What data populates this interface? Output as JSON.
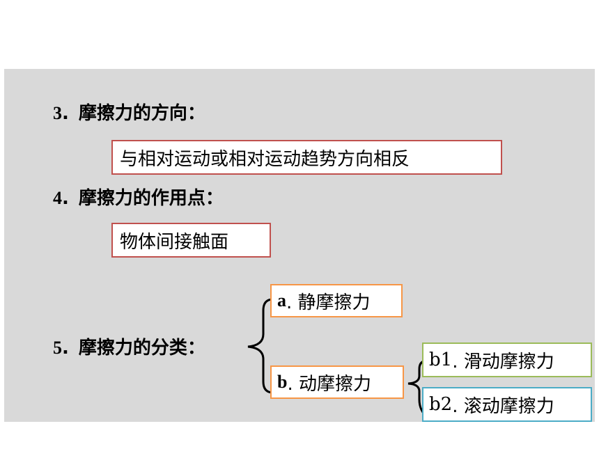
{
  "section3": {
    "number": "3",
    "sep": ".",
    "title": "摩擦力的方向："
  },
  "section3_answer": "与相对运动或相对运动趋势方向相反",
  "section4": {
    "number": "4",
    "sep": ".",
    "title": "摩擦力的作用点："
  },
  "section4_answer": "物体间接触面",
  "section5": {
    "number": "5",
    "sep": ".",
    "title": "摩擦力的分类："
  },
  "types": {
    "a": {
      "prefix": "a",
      "label": ". 静摩擦力"
    },
    "b": {
      "prefix": "b",
      "label": ". 动摩擦力"
    },
    "b1": {
      "prefix": "b1",
      "label": ". 滑动摩擦力"
    },
    "b2": {
      "prefix": "b2",
      "label": ". 滚动摩擦力"
    }
  },
  "colors": {
    "panel": "#d9d9d9",
    "answer_border": "#c0504d",
    "type_border": "#f79646",
    "b1_border": "#9bbb59",
    "b2_border": "#4bacc6"
  }
}
